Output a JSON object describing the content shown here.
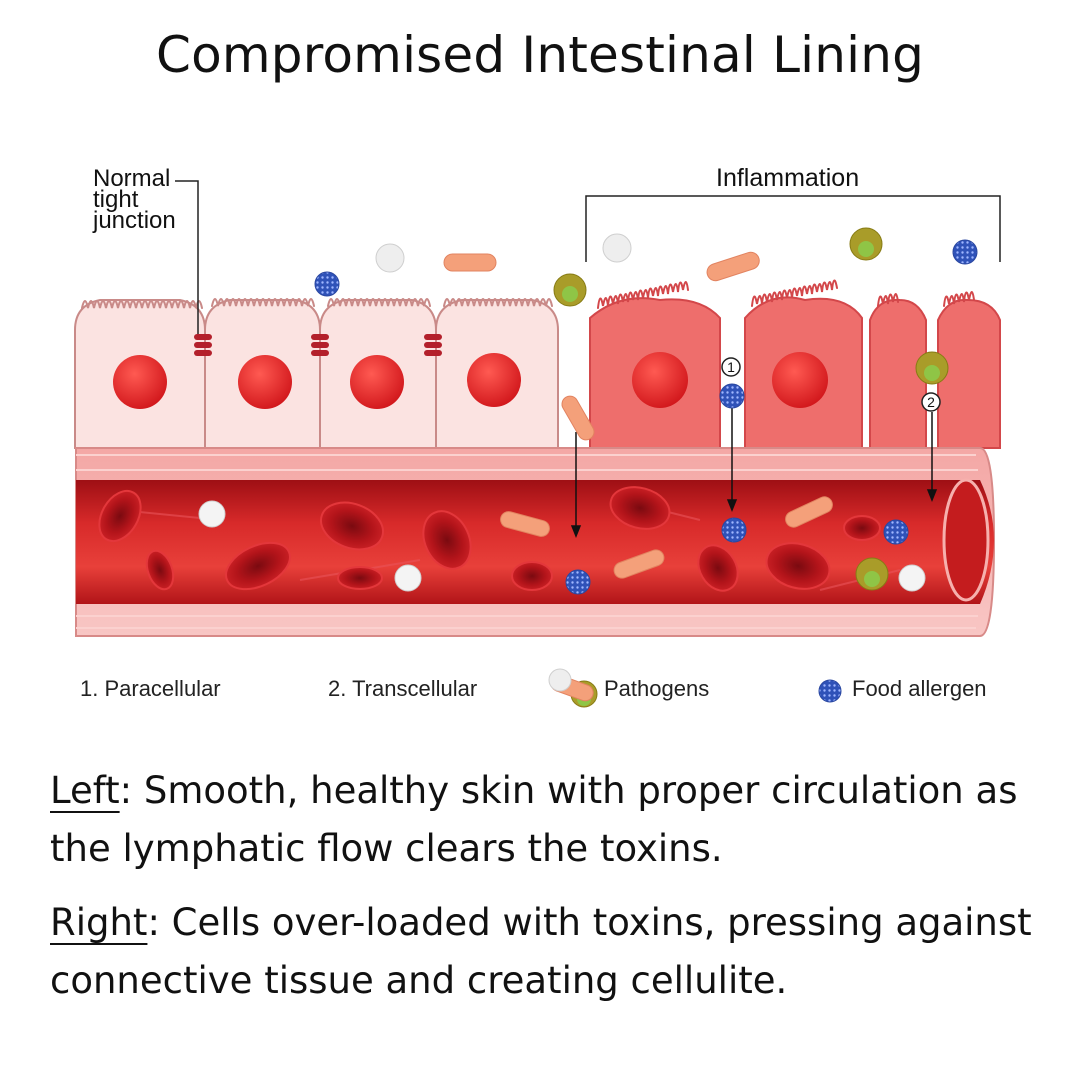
{
  "title": "Compromised Intestinal Lining",
  "labels": {
    "normal_tight_junction": [
      "Normal",
      "tight",
      "junction"
    ],
    "inflammation": "Inflammation",
    "marker_1": "1",
    "marker_2": "2"
  },
  "legend": {
    "paracellular": "1. Paracellular",
    "transcellular": "2. Transcellular",
    "pathogens": "Pathogens",
    "food_allergen": "Food allergen"
  },
  "captions": [
    {
      "lead": "Left",
      "text": ": Smooth, healthy skin with proper circulation as the lymphatic flow clears the toxins."
    },
    {
      "lead": "Right",
      "text": ": Cells over-loaded with toxins, pressing against connective tissue and creating cellulite."
    }
  ],
  "colors": {
    "healthy_cell": "#fbe3e1",
    "inflamed_cell": "#ee6e6c",
    "nucleus": "#e0201f",
    "vessel_wall": "#f7b7b5",
    "lumen": "#c8191c",
    "red_blood_cell": "#b3141a",
    "pathogen_orange": "#f3a17a",
    "pathogen_olive": "#a79a26",
    "food_allergen": "#3a5fc4",
    "tight_junction": "#b3202b"
  }
}
